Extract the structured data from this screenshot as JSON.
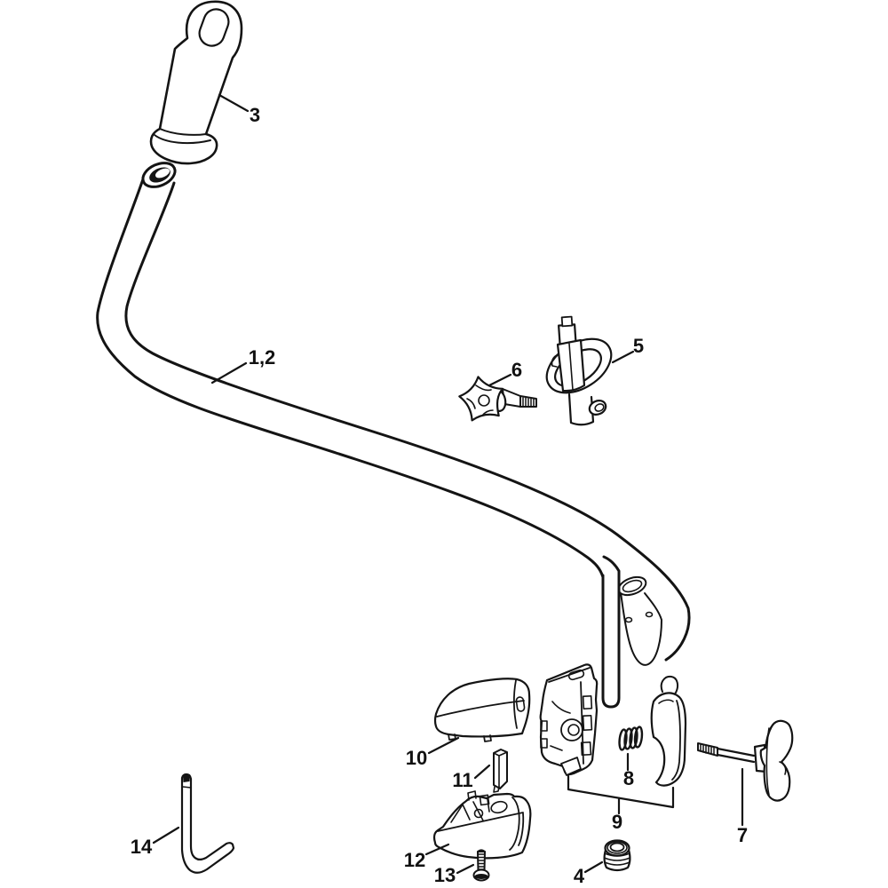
{
  "diagram": {
    "background_color": "#ffffff",
    "line_color": "#141414",
    "labels": [
      {
        "part": "handlebar-grip",
        "text": "3"
      },
      {
        "part": "handlebar-tube",
        "text": "1,2"
      },
      {
        "part": "upper-clamp-bracket",
        "text": "5"
      },
      {
        "part": "star-knob",
        "text": "6"
      },
      {
        "part": "wing-screw",
        "text": "7"
      },
      {
        "part": "spring",
        "text": "8"
      },
      {
        "part": "clamp-half-set",
        "text": "9"
      },
      {
        "part": "cover-cap",
        "text": "10"
      },
      {
        "part": "insert-block",
        "text": "11"
      },
      {
        "part": "lower-bracket",
        "text": "12"
      },
      {
        "part": "self-tapping-screw",
        "text": "13"
      },
      {
        "part": "threaded-plug",
        "text": "4"
      },
      {
        "part": "hex-wrench",
        "text": "14"
      }
    ]
  }
}
